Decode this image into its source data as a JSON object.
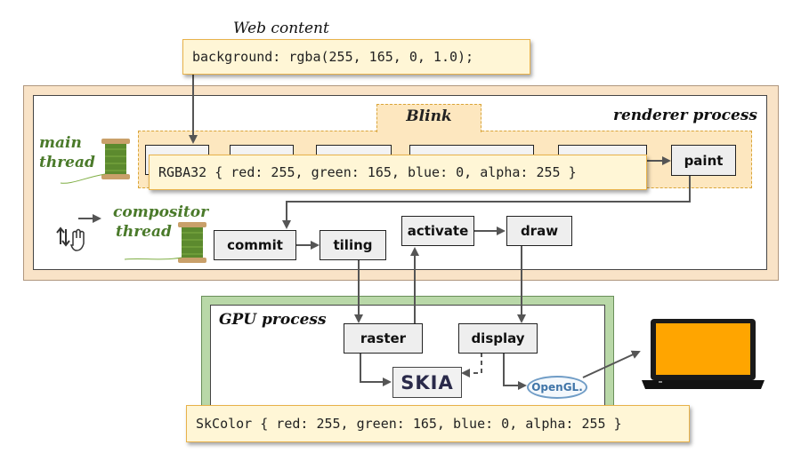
{
  "web_content": {
    "label": "Web content",
    "code": "background: rgba(255, 165, 0, 1.0);"
  },
  "renderer": {
    "label": "renderer process",
    "blink_label": "Blink",
    "main_thread_label_1": "main",
    "main_thread_label_2": "thread",
    "compositor_label_1": "compositor",
    "compositor_label_2": "thread",
    "rgba_code": "RGBA32 { red: 255, green: 165, blue: 0, alpha: 255 }",
    "paint": "paint",
    "commit": "commit",
    "tiling": "tiling",
    "activate": "activate",
    "draw": "draw"
  },
  "gpu": {
    "label": "GPU process",
    "raster": "raster",
    "display": "display",
    "skia": "SKIA",
    "opengl": "OpenGL.",
    "skcolor_code": "SkColor { red: 255, green: 165, blue: 0, alpha: 255 }"
  },
  "colors": {
    "renderer_bg": "#f9e3c7",
    "blink_bg": "#fde7bf",
    "gpu_border": "#8cb87a",
    "thread_green": "#4a7a2a",
    "screen_orange": "#ffa500"
  }
}
